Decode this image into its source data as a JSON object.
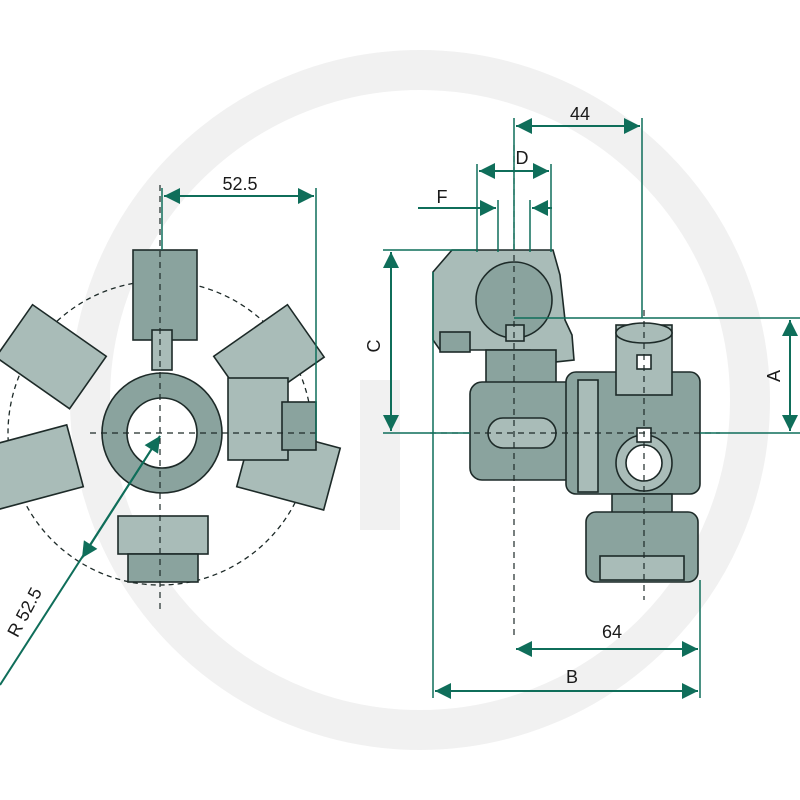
{
  "dimensions": {
    "left_width": "52.5",
    "radius": "R 52.5",
    "top_width": "44",
    "d_label": "D",
    "f_label": "F",
    "c_label": "C",
    "a_label": "A",
    "bottom_64": "64",
    "b_label": "B"
  },
  "colors": {
    "dimension_line": "#0f6e5a",
    "part_fill": "#8aa39e",
    "outline": "#1d2a28"
  }
}
